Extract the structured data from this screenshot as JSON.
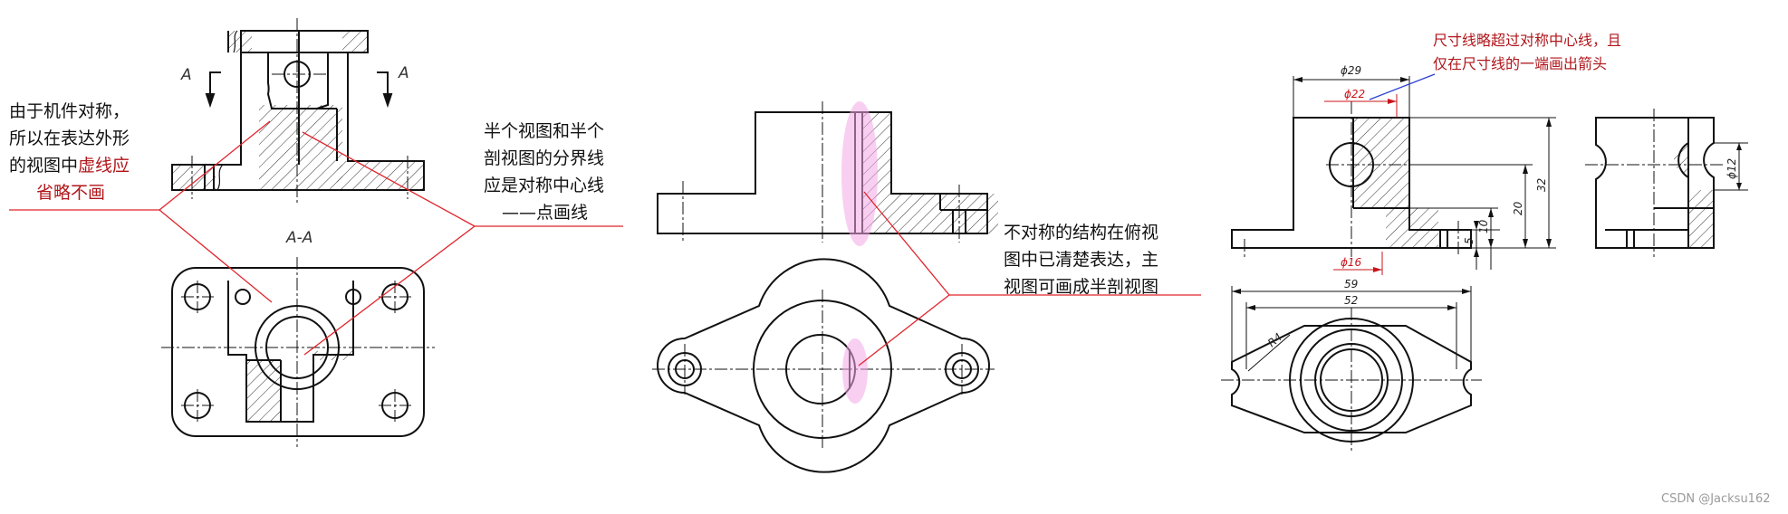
{
  "notes": {
    "left": {
      "line1": "由于机件对称，",
      "line2": "所以在表达外形",
      "line3_a": "的视图中",
      "line3_b": "虚线应",
      "line4": "省略不画"
    },
    "middle": {
      "line1": "半个视图和半个",
      "line2": "剖视图的分界线",
      "line3": "应是对称中心线",
      "line4": "——点画线"
    },
    "right": {
      "line1": "不对称的结构在俯视",
      "line2": "图中已清楚表达，主",
      "line3": "视图可画成半剖视图"
    },
    "dimension": {
      "line1": "尺寸线略超过对称中心线，且",
      "line2": "仅在尺寸线的一端画出箭头"
    }
  },
  "section_labels": {
    "cut_a_left": "A",
    "cut_a_right": "A",
    "section_title": "A-A"
  },
  "dimensions": {
    "d29": "ϕ29",
    "d22": "ϕ22",
    "d16": "ϕ16",
    "d59": "59",
    "d52": "52",
    "r4": "R4",
    "h32": "32",
    "h20": "20",
    "h10": "10",
    "h5": "5",
    "d12": "ϕ12"
  },
  "watermark": "CSDN @Jacksu162",
  "colors": {
    "annotation_red": "#b0161b",
    "leader_red": "#e0242b",
    "leader_blue": "#2b3fd6",
    "highlight_pink": "#f3a8e6",
    "line_black": "#111111"
  }
}
